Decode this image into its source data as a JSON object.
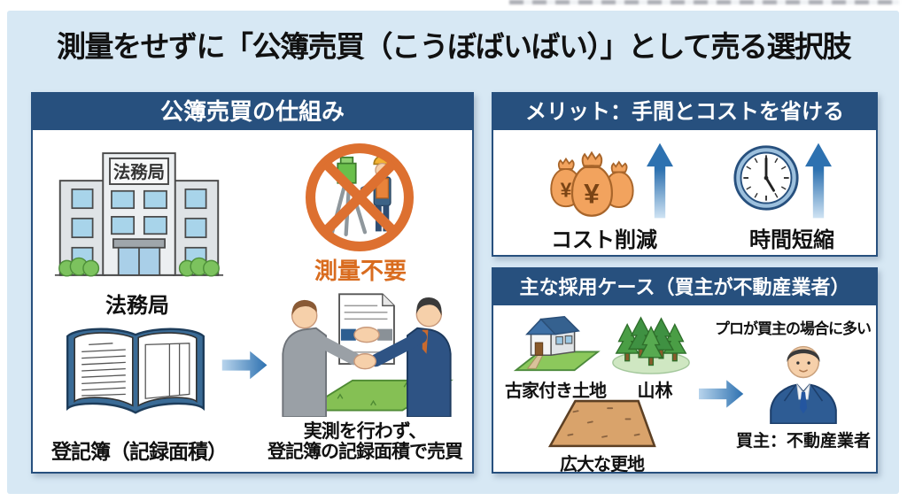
{
  "title": "測量をせずに「公簿売買（こうぼばいばい）」として売る選択肢",
  "panels": {
    "mechanism": {
      "header": "公簿売買の仕組み",
      "building_sign": "法務局",
      "building_label": "法務局",
      "no_survey_label": "測量不要",
      "book_label": "登記簿（記録面積）",
      "caption_line1": "実測を行わず、",
      "caption_line2": "登記簿の記録面積で売買"
    },
    "merit": {
      "header": "メリット：手間とコストを省ける",
      "cost_label": "コスト削減",
      "time_label": "時間短縮",
      "yen_symbol": "¥"
    },
    "cases": {
      "header": "主な採用ケース（買主が不動産業者）",
      "house_label": "古家付き土地",
      "forest_label": "山林",
      "vacant_label": "広大な更地",
      "note": "プロが買主の場合に多い",
      "buyer_label": "買主：不動産業者"
    }
  },
  "icons": {
    "mechanism": [
      "law-bureau-building-icon",
      "no-survey-prohibition-icon",
      "registry-book-icon",
      "right-arrow-icon",
      "handshake-deal-icon"
    ],
    "merit": [
      "money-bags-icon",
      "up-arrow-icon",
      "clock-icon"
    ],
    "cases": [
      "old-house-land-icon",
      "forest-icon",
      "vacant-land-icon",
      "right-arrow-icon",
      "realtor-person-icon"
    ]
  },
  "colors": {
    "background": "#d7e8f4",
    "panel_header": "#27507e",
    "panel_border": "#27507e",
    "title_text": "#111111",
    "accent_orange": "#dd7030",
    "no_survey_text": "#d96c1f",
    "arrow_blue": "#2d71b0",
    "money_bag_orange": "#f2a35e",
    "land_green": "#85c054",
    "soil_brown": "#d9a36b"
  }
}
